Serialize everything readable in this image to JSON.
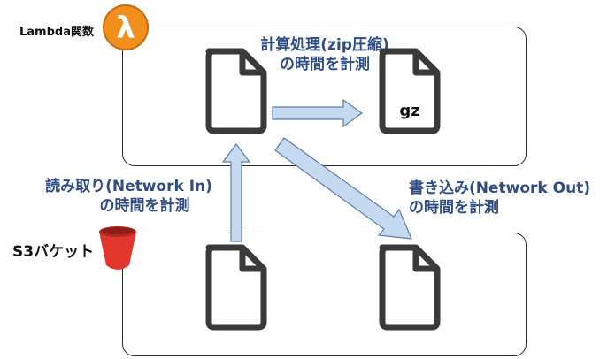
{
  "lambda": {
    "label": "Lambda関数",
    "icon_symbol": "λ",
    "icon": "aws-lambda-icon",
    "colors": {
      "icon_fill": "#f18f1c",
      "icon_border": "#c86a10"
    }
  },
  "s3": {
    "label": "S3バケット",
    "icon": "aws-s3-bucket-icon",
    "colors": {
      "icon_fill": "#e0362c",
      "icon_rim": "#b8251d"
    }
  },
  "labels": {
    "compress_line1": "計算処理(zip圧縮)",
    "compress_line2": "の時間を計測",
    "read_line1": "読み取り(Network In)",
    "read_line2": "の時間を計測",
    "write_line1": "書き込み(Network Out)",
    "write_line2": "の時間を計測"
  },
  "files": {
    "compressed_label": "gz",
    "icon": "file-icon"
  },
  "colors": {
    "label_text": "#2e4d85",
    "arrow_fill": "#c5daf0",
    "arrow_stroke": "#5b7ea8",
    "file_stroke": "#3a3a3a"
  }
}
